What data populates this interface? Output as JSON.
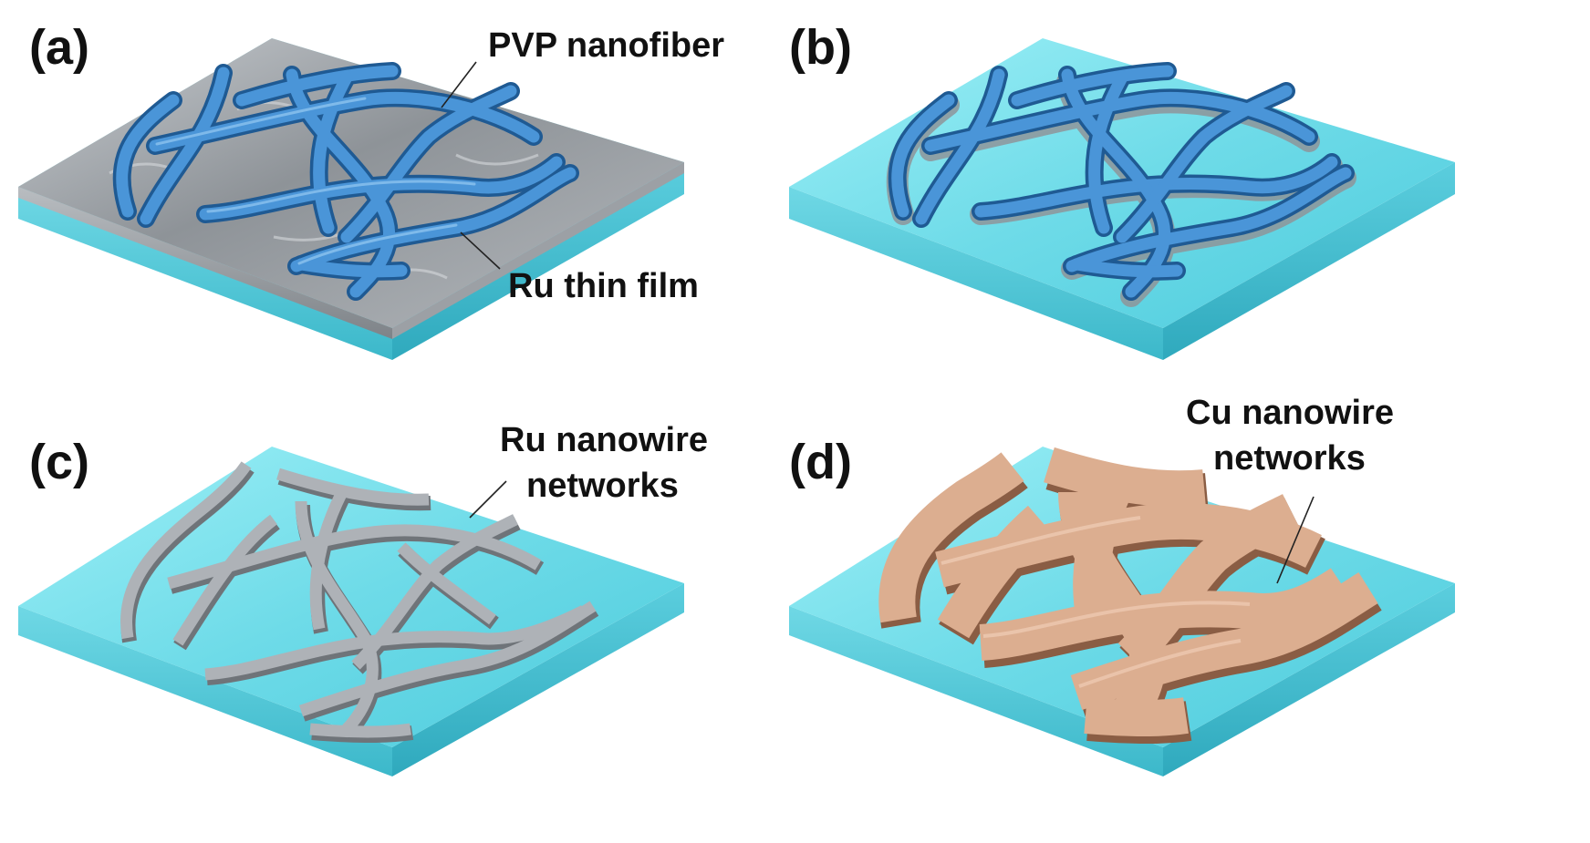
{
  "panels": [
    {
      "id": "a",
      "label": "(a)",
      "callouts": [
        "PVP nanofiber",
        "Ru thin film"
      ]
    },
    {
      "id": "b",
      "label": "(b)",
      "callouts": []
    },
    {
      "id": "c",
      "label": "(c)",
      "callouts": [
        "Ru nanowire",
        "networks"
      ]
    },
    {
      "id": "d",
      "label": "(d)",
      "callouts": [
        "Cu nanowire",
        "networks"
      ]
    }
  ],
  "colors": {
    "substrate_top": "#7fe3ee",
    "substrate_side": "#45c3d2",
    "ru_film": "#9a9ea3",
    "pvp_fiber": "#3a7fc4",
    "ru_wire": "#a7abb0",
    "cu_wire": "#d9a98a"
  }
}
